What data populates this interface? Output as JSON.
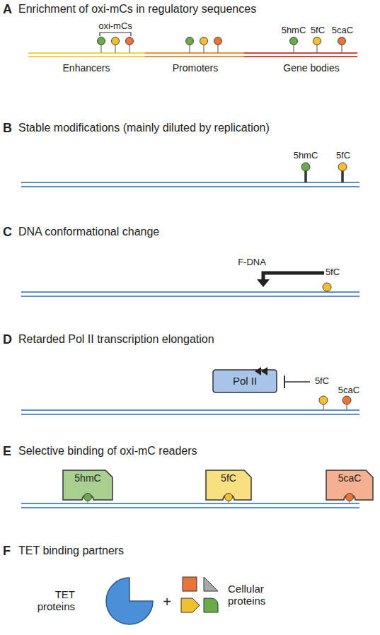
{
  "diagram": {
    "nodes": [
      {
        "text": [
          "Pol II"
        ]
      },
      {
        "text": [
          "5hmC"
        ]
      },
      {
        "text": [
          "5fC"
        ]
      },
      {
        "text": [
          "5caC"
        ]
      },
      {
        "text": [
          "TET proteins"
        ]
      }
    ],
    "labels": [
      "A",
      "Enrichment of oxi-mCs in regulatory sequences",
      "oxi-mCs",
      "5hmC",
      "5fC",
      "5caC",
      "Enhancers",
      "Promoters",
      "Gene bodies",
      "B",
      "Stable modifications (mainly diluted by replication)",
      "5hmC",
      "5fC",
      "C",
      "DNA conformational change",
      "F-DNA",
      "5fC",
      "D",
      "Retarded Pol II transcription elongation",
      "5fC",
      "5caC",
      "E",
      "Selective binding of oxi-mC readers",
      "F",
      "TET binding partners",
      "+",
      "Cellular proteins"
    ]
  }
}
